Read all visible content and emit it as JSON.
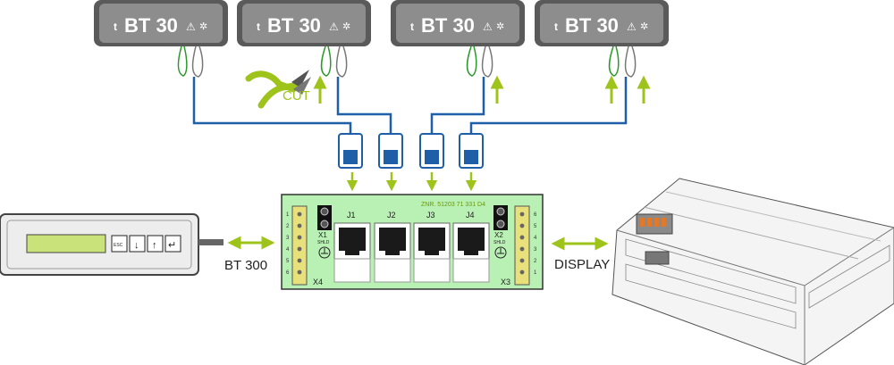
{
  "displays": [
    {
      "model": "BT 30"
    },
    {
      "model": "BT 30"
    },
    {
      "model": "BT 30"
    },
    {
      "model": "BT 30"
    }
  ],
  "display_symbol": "t",
  "cut_label": "CUT",
  "board": {
    "part_number": "ZNR. 51203 71 331 D4",
    "jacks": [
      "J1",
      "J2",
      "J3",
      "J4"
    ],
    "left_terminal": "X4",
    "right_terminal": "X3",
    "shield_left": "X1",
    "shield_right": "X2",
    "shield_text": "SHLD",
    "left_pins": [
      "1",
      "2",
      "3",
      "4",
      "5",
      "6"
    ],
    "right_pins": [
      "6",
      "5",
      "4",
      "3",
      "2",
      "1"
    ]
  },
  "handheld": {
    "keys": [
      "ESC",
      "↓",
      "↑",
      "↵"
    ]
  },
  "labels": {
    "left_link": "BT 300",
    "right_link": "DISPLAY"
  },
  "colors": {
    "cable": "#1f5fa8",
    "arrow": "#9ec31b",
    "board": "#b9f0b4",
    "terminal": "#e8e07a",
    "display_body": "#8a8a8a",
    "connector": "#1f5fa8"
  }
}
